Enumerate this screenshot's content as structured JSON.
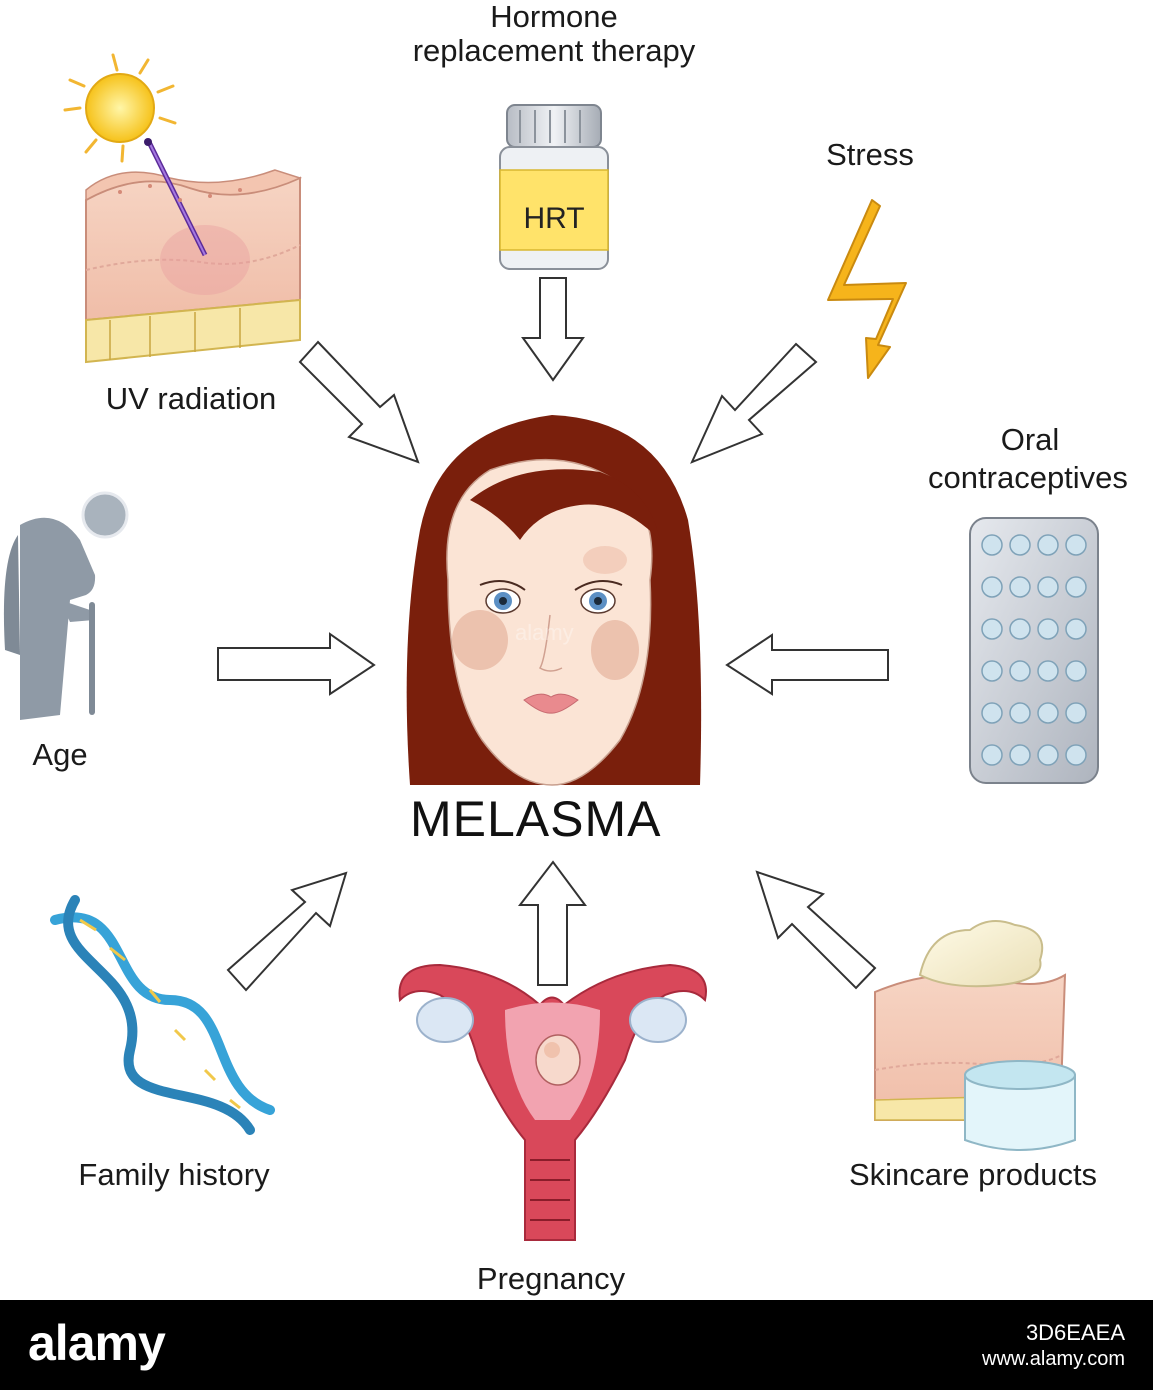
{
  "title": "MELASMA",
  "factors": {
    "hrt": {
      "label_line1": "Hormone",
      "label_line2": "replacement therapy",
      "bottle_text": "HRT"
    },
    "stress": {
      "label": "Stress"
    },
    "uv": {
      "label": "UV radiation"
    },
    "oral": {
      "label_line1": "Oral",
      "label_line2": "contraceptives"
    },
    "age": {
      "label": "Age"
    },
    "family": {
      "label": "Family history"
    },
    "pregnancy": {
      "label": "Pregnancy"
    },
    "skincare": {
      "label": "Skincare products"
    }
  },
  "footer": {
    "brand": "alamy",
    "image_id": "3D6EAEA",
    "url": "www.alamy.com"
  }
}
